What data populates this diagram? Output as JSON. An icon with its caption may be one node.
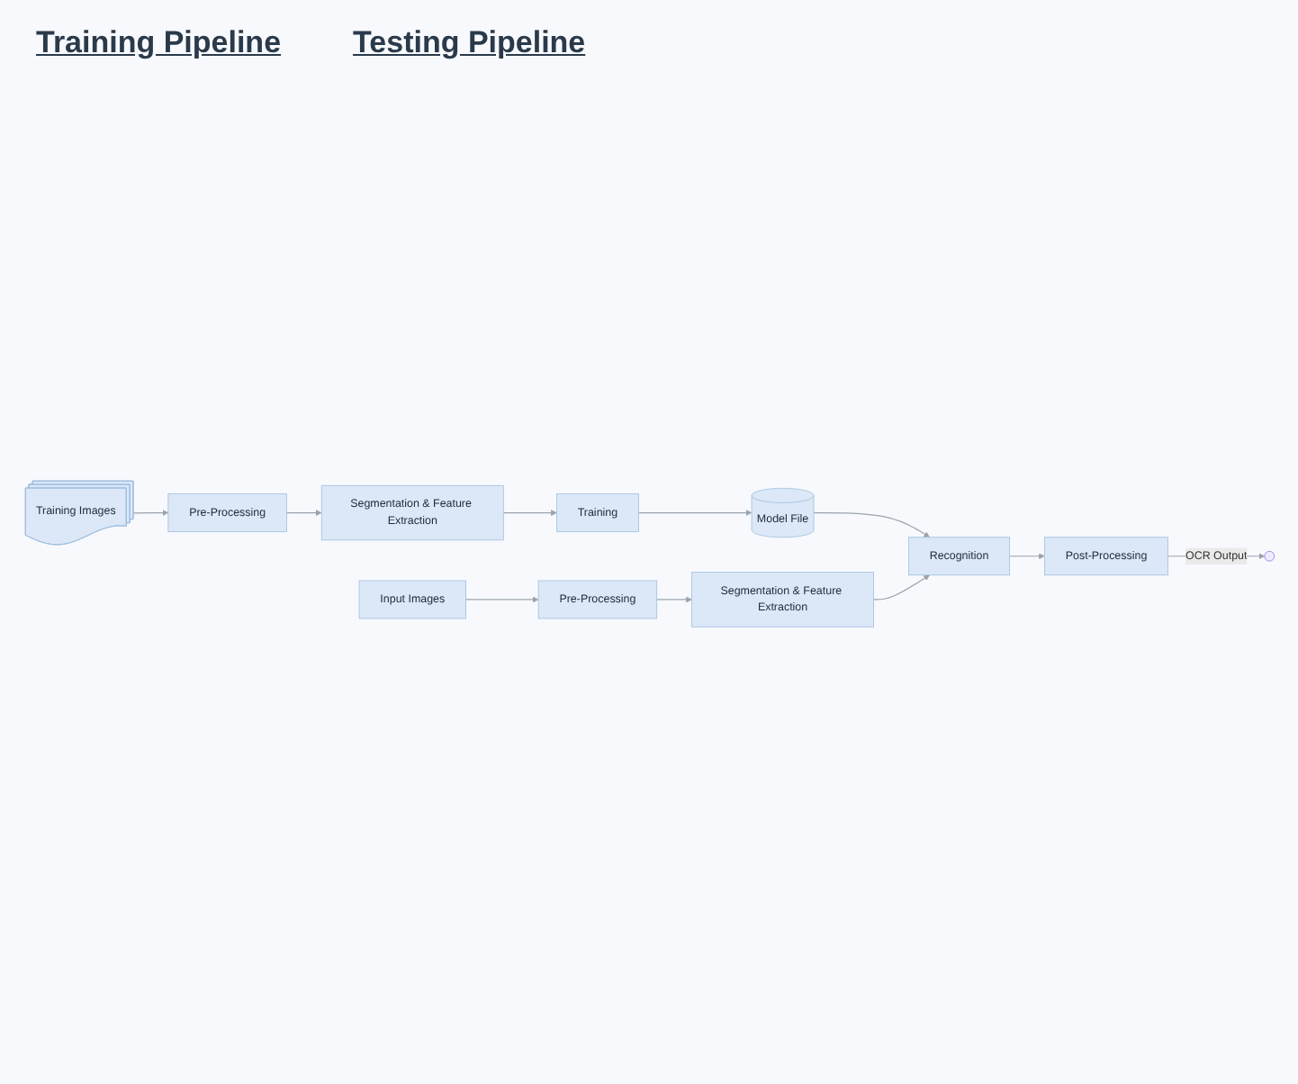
{
  "diagram": {
    "nodes": [
      {
        "text": [
          "Training Images"
        ]
      },
      {
        "text": [
          "Pre-Processing"
        ]
      },
      {
        "text": [
          "Segmentation & Feature Extraction"
        ]
      },
      {
        "text": [
          "Training"
        ]
      },
      {
        "text": [
          "Model File"
        ]
      },
      {
        "text": [
          "Input Images"
        ]
      },
      {
        "text": [
          "Pre-Processing"
        ]
      },
      {
        "text": [
          "Segmentation & Feature Extraction"
        ]
      },
      {
        "text": [
          "Recognition"
        ]
      },
      {
        "text": [
          "Post-Processing"
        ]
      }
    ],
    "edges": [
      {
        "from": 0,
        "to": 1,
        "arrow": "to"
      },
      {
        "from": 1,
        "to": 2,
        "arrow": "to"
      },
      {
        "from": 2,
        "to": 3,
        "arrow": "to"
      },
      {
        "from": 3,
        "to": 4,
        "arrow": "to"
      },
      {
        "from": 4,
        "to": 8,
        "arrow": "to"
      },
      {
        "from": 5,
        "to": 6,
        "arrow": "to"
      },
      {
        "from": 6,
        "to": 7,
        "arrow": "to"
      },
      {
        "from": 7,
        "to": 8,
        "arrow": "to"
      },
      {
        "from": 8,
        "to": 9,
        "arrow": "to"
      },
      {
        "from": 9,
        "to": null,
        "arrow": "to",
        "label": "OCR Output"
      }
    ],
    "labels": [
      "Training Pipeline",
      "Testing Pipeline"
    ]
  }
}
